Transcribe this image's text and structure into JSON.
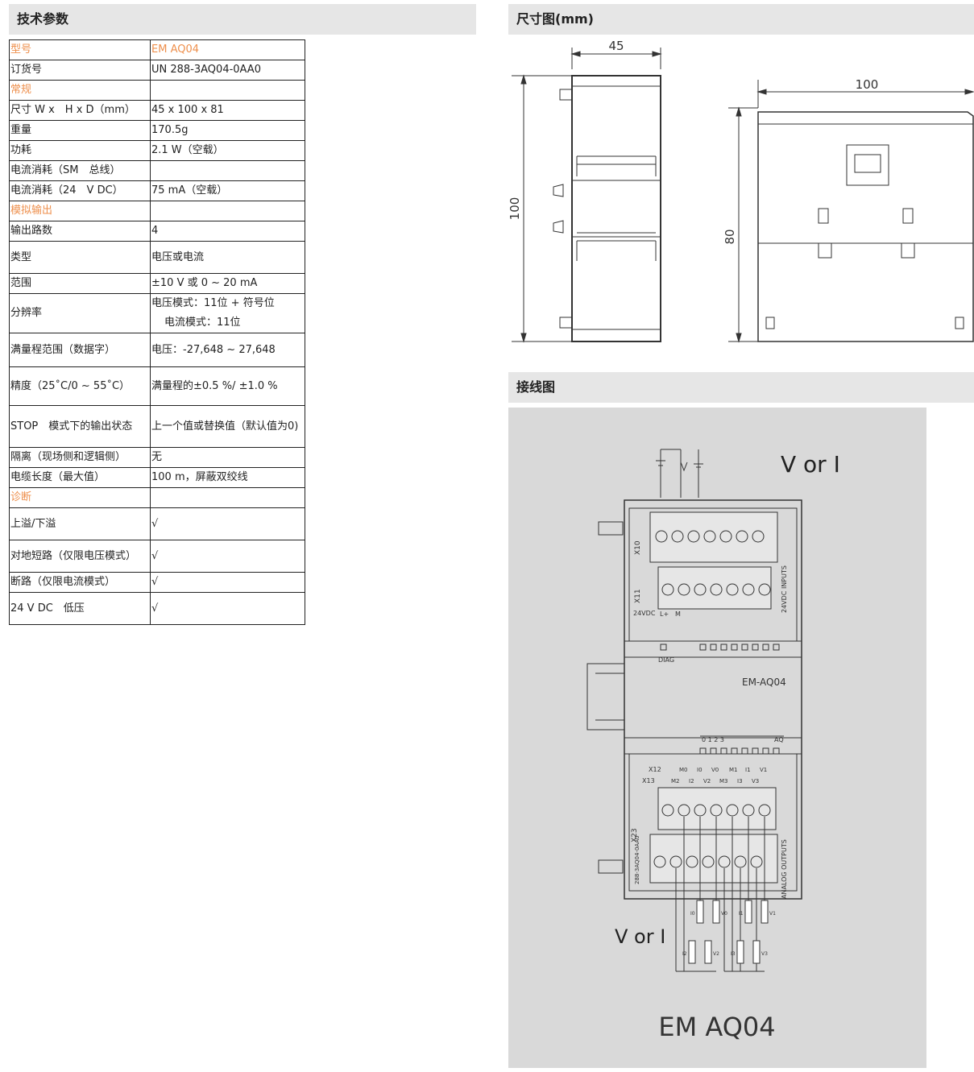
{
  "sections": {
    "specs_title": "技术参数",
    "dimensions_title": "尺寸图(mm)",
    "wiring_title": "接线图"
  },
  "spec_rows": [
    {
      "label": "型号",
      "value": "EM AQ04",
      "highlight": true
    },
    {
      "label": "订货号",
      "value": "UN 288-3AQ04-0AA0"
    },
    {
      "label": "常规",
      "value": "",
      "highlight": true
    },
    {
      "label": "尺寸 W x　H x D（mm）",
      "value": "45 x 100 x 81"
    },
    {
      "label": "重量",
      "value": "170.5g"
    },
    {
      "label": "功耗",
      "value": "2.1 W（空载）"
    },
    {
      "label": "电流消耗（SM　总线）",
      "value": ""
    },
    {
      "label": "电流消耗（24　V DC）",
      "value": "75 mA（空载）"
    },
    {
      "label": "模拟输出",
      "value": "",
      "highlight": true
    },
    {
      "label": "输出路数",
      "value": "4"
    },
    {
      "label": "类型",
      "value": "电压或电流"
    },
    {
      "label": "范围",
      "value": "±10 V 或 0 ~ 20 mA"
    },
    {
      "label": "分辨率",
      "value": "电压模式：11位 + 符号位",
      "value2": "电流模式：11位"
    },
    {
      "label": "满量程范围（数据字）",
      "value": "电压：-27,648 ~ 27,648"
    },
    {
      "label": "精度（25˚C/0 ~ 55˚C）",
      "value": "满量程的±0.5 %/ ±1.0 %"
    },
    {
      "label": "STOP　模式下的输出状态",
      "value": "上一个值或替换值（默认值为0)"
    },
    {
      "label": "隔离（现场侧和逻辑侧）",
      "value": "无"
    },
    {
      "label": "电缆长度（最大值）",
      "value": "100 m，屏蔽双绞线"
    },
    {
      "label": "诊断",
      "value": "",
      "highlight": true
    },
    {
      "label": "上溢/下溢",
      "value": "√"
    },
    {
      "label": "对地短路（仅限电压模式）",
      "value": "√"
    },
    {
      "label": "断路（仅限电流模式）",
      "value": "√"
    },
    {
      "label": "24 V DC　低压",
      "value": "√"
    }
  ],
  "dimension_drawing": {
    "width": "45",
    "height": "100",
    "depth_top": "100",
    "depth_side": "80"
  },
  "wiring_diagram": {
    "top_label": "V or  I",
    "bottom_label": "V or  I",
    "model_caption": "EM AQ04",
    "module_name": "EM-AQ04",
    "diag_label": "DIAG",
    "x10": "X10",
    "x11": "X11",
    "x12": "X12",
    "x13": "X13",
    "x23": "X23",
    "inputs_label": "24VDC  INPUTS",
    "outputs_label": "ANALOG  OUTPUTS",
    "order_side": "288-3AQ04-0AA0",
    "power_label": "24VDC",
    "lplus": "L+",
    "m": "M",
    "channels": "0 1 2 3",
    "aq": "AQ",
    "row1": [
      "M0",
      "I0",
      "V0",
      "M1",
      "I1",
      "V1"
    ],
    "row2": [
      "M2",
      "I2",
      "V2",
      "M3",
      "I3",
      "V3"
    ],
    "load_labels": [
      "I0",
      "V0",
      "I1",
      "V1",
      "I2",
      "V2",
      "I3",
      "V3"
    ]
  }
}
